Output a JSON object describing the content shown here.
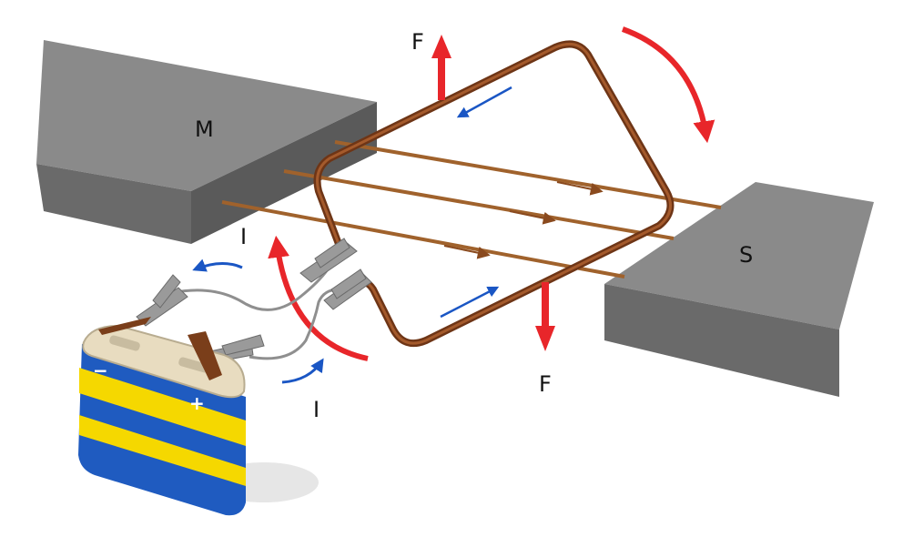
{
  "labels": {
    "magnet_left": "M",
    "magnet_right": "S",
    "force_top": "F",
    "force_bottom": "F",
    "current_upper": "I",
    "current_lower": "I"
  },
  "battery": {
    "negative_symbol": "−",
    "positive_symbol": "+"
  },
  "colors": {
    "magnet_top": "#8a8a8a",
    "magnet_side": "#5e5e5e",
    "wire": "#7a3e1a",
    "field_line": "#a0622c",
    "force_arrow": "#e8262a",
    "current_arrow": "#1a56c4",
    "battery_blue": "#1f5bc0",
    "battery_yellow": "#f5d800",
    "battery_top": "#e8dcc0",
    "clip": "#8f8f8f"
  }
}
